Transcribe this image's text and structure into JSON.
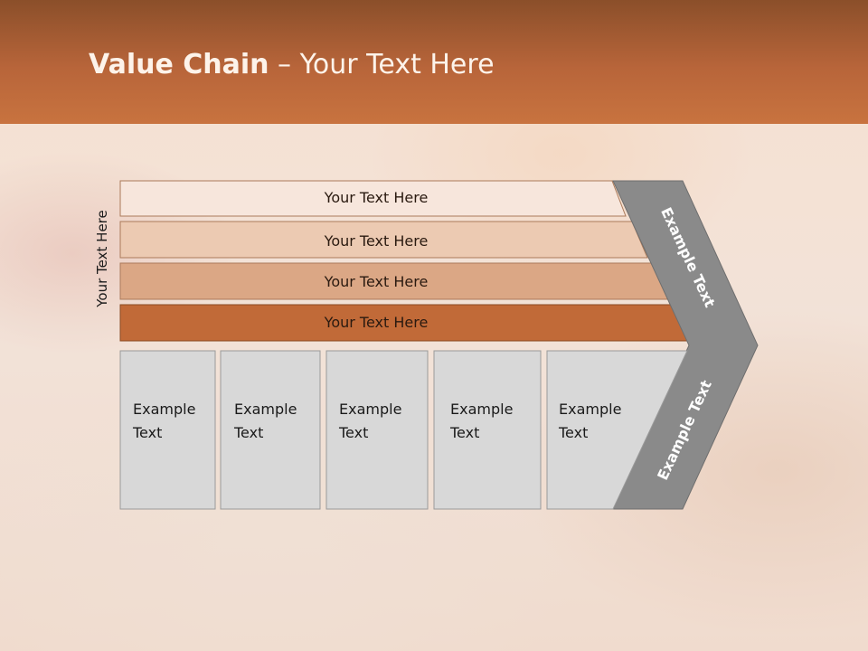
{
  "slide": {
    "title_bold": "Value Chain",
    "title_rest": " – Your Text Here",
    "side_label": "Your Text Here"
  },
  "bars": [
    {
      "label": "Your Text Here",
      "color": "#f7e6dc"
    },
    {
      "label": "Your Text Here",
      "color": "#eccab2"
    },
    {
      "label": "Your Text Here",
      "color": "#dba785"
    },
    {
      "label": "Your Text Here",
      "color": "#c16a38"
    }
  ],
  "boxes": [
    {
      "line1": "Example",
      "line2": "Text"
    },
    {
      "line1": "Example",
      "line2": "Text"
    },
    {
      "line1": "Example",
      "line2": "Text"
    },
    {
      "line1": "Example",
      "line2": "Text"
    },
    {
      "line1": "Example",
      "line2": "Text"
    }
  ],
  "chevron": {
    "upper_label": "Example Text",
    "lower_label": "Example Text",
    "color": "#8a8a8a"
  }
}
